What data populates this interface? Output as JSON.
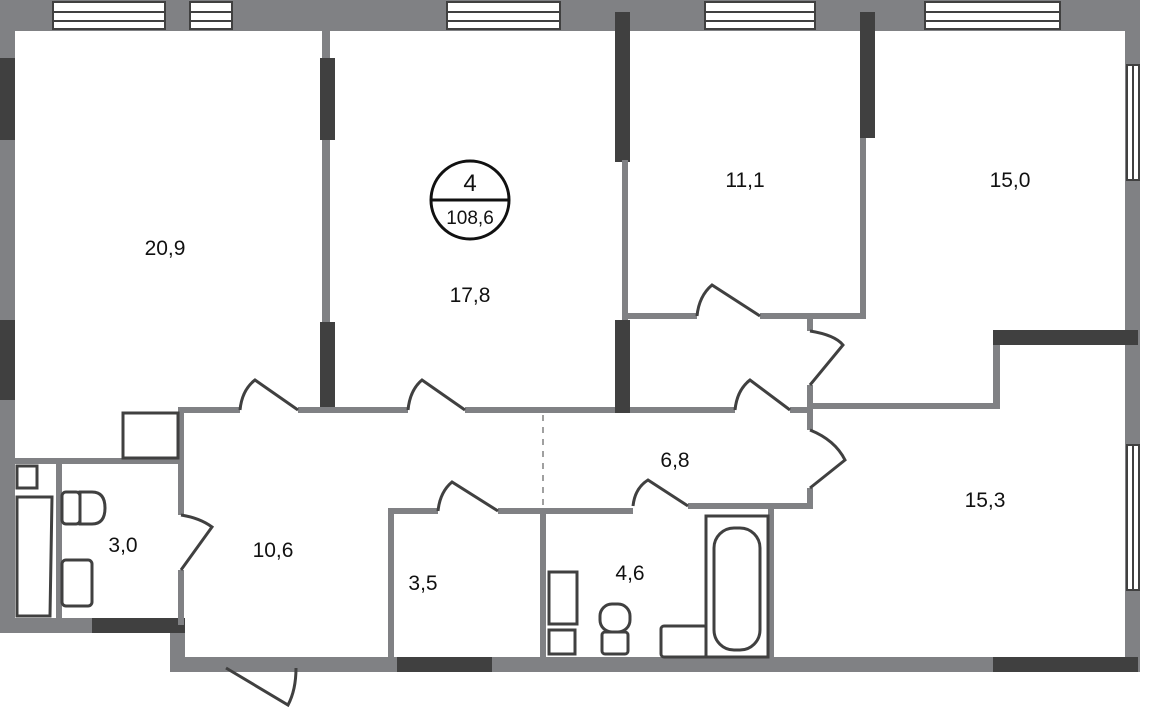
{
  "plan": {
    "apartment_rooms": "4",
    "apartment_total_area": "108,6",
    "rooms": [
      {
        "id": "living-room-left",
        "area": "20,9"
      },
      {
        "id": "bedroom-center",
        "area": "17,8"
      },
      {
        "id": "bedroom-small",
        "area": "11,1"
      },
      {
        "id": "bedroom-right",
        "area": "15,0"
      },
      {
        "id": "corridor",
        "area": "6,8"
      },
      {
        "id": "kitchen",
        "area": "15,3"
      },
      {
        "id": "bathroom-left",
        "area": "3,0"
      },
      {
        "id": "hall",
        "area": "10,6"
      },
      {
        "id": "storage",
        "area": "3,5"
      },
      {
        "id": "bathroom-center",
        "area": "4,6"
      }
    ]
  },
  "colors": {
    "wall": "#808184",
    "bearing_wall": "#404040"
  }
}
